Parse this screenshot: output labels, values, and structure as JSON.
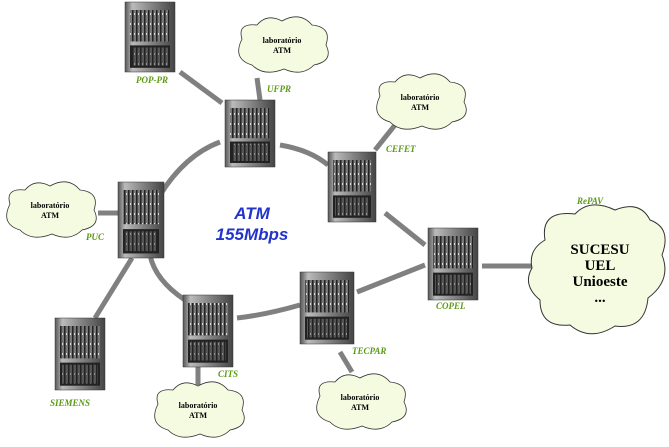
{
  "ring": {
    "title": "ATM",
    "speed": "155Mbps"
  },
  "colors": {
    "link": "#808080",
    "label": "#5a9a12",
    "ring_text": "#2233cc",
    "cloud_fill": "#f4fbe0"
  },
  "nodes": [
    {
      "id": "pop-pr",
      "label": "POP-PR"
    },
    {
      "id": "ufpr",
      "label": "UFPR"
    },
    {
      "id": "cefet",
      "label": "CEFET"
    },
    {
      "id": "puc",
      "label": "PUC"
    },
    {
      "id": "siemens",
      "label": "SIEMENS"
    },
    {
      "id": "cits",
      "label": "CITS"
    },
    {
      "id": "tecpar",
      "label": "TECPAR"
    },
    {
      "id": "copel",
      "label": "COPEL"
    }
  ],
  "labs": {
    "line1": "laboratório",
    "line2": "ATM"
  },
  "repav": {
    "label": "RePAV",
    "members": [
      "SUCESU",
      "UEL",
      "Unioeste",
      "..."
    ]
  }
}
